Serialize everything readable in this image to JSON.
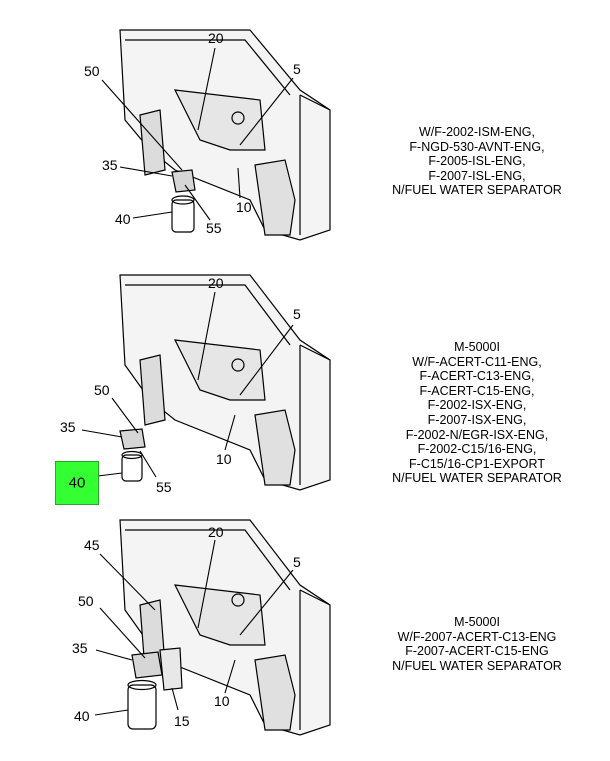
{
  "diagrams": [
    {
      "callouts": [
        "20",
        "50",
        "5",
        "35",
        "10",
        "40",
        "55"
      ],
      "notes": [
        "W/F-2002-ISM-ENG,",
        "F-NGD-530-AVNT-ENG,",
        "F-2005-ISL-ENG,",
        "F-2007-ISL-ENG,",
        "N/FUEL WATER SEPARATOR"
      ]
    },
    {
      "callouts": [
        "20",
        "5",
        "50",
        "35",
        "10",
        "55"
      ],
      "highlighted_callout": "40",
      "notes": [
        "M-5000I",
        "W/F-ACERT-C11-ENG,",
        "F-ACERT-C13-ENG,",
        "F-ACERT-C15-ENG,",
        "F-2002-ISX-ENG,",
        "F-2007-ISX-ENG,",
        "F-2002-N/EGR-ISX-ENG,",
        "F-2002-C15/16-ENG,",
        "F-C15/16-CP1-EXPORT",
        "N/FUEL WATER SEPARATOR"
      ]
    },
    {
      "callouts": [
        "20",
        "45",
        "5",
        "50",
        "35",
        "10",
        "40",
        "15"
      ],
      "notes": [
        "M-5000I",
        "W/F-2007-ACERT-C13-ENG",
        "F-2007-ACERT-C15-ENG",
        "N/FUEL WATER SEPARATOR"
      ]
    }
  ],
  "colors": {
    "highlight": "#33ff33",
    "line": "#000000"
  }
}
